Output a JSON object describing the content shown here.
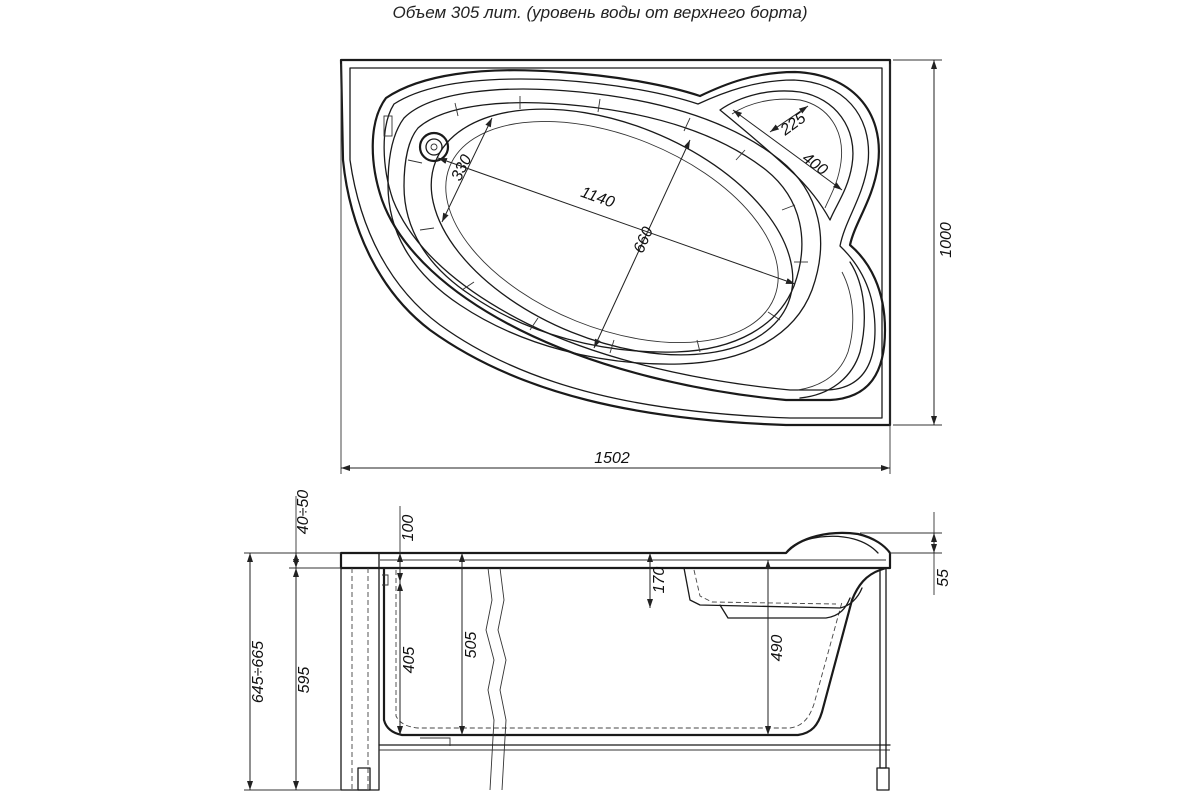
{
  "caption": "Объем 305 лит. (уровень воды от верхнего борта)",
  "top_view": {
    "overall_width": "1502",
    "overall_depth": "1000",
    "inner_length": "1140",
    "inner_width": "660",
    "drain_offset": "330",
    "seat_depth": "225",
    "seat_width": "400"
  },
  "side_view": {
    "water_level": "40÷50",
    "rim_to_seat_top": "100",
    "total_height": "645÷665",
    "body_height": "595",
    "foot_depth": "405",
    "inner_depth": "505",
    "seat_step": "170",
    "headrest_depth": "490",
    "headrest_height": "55"
  }
}
